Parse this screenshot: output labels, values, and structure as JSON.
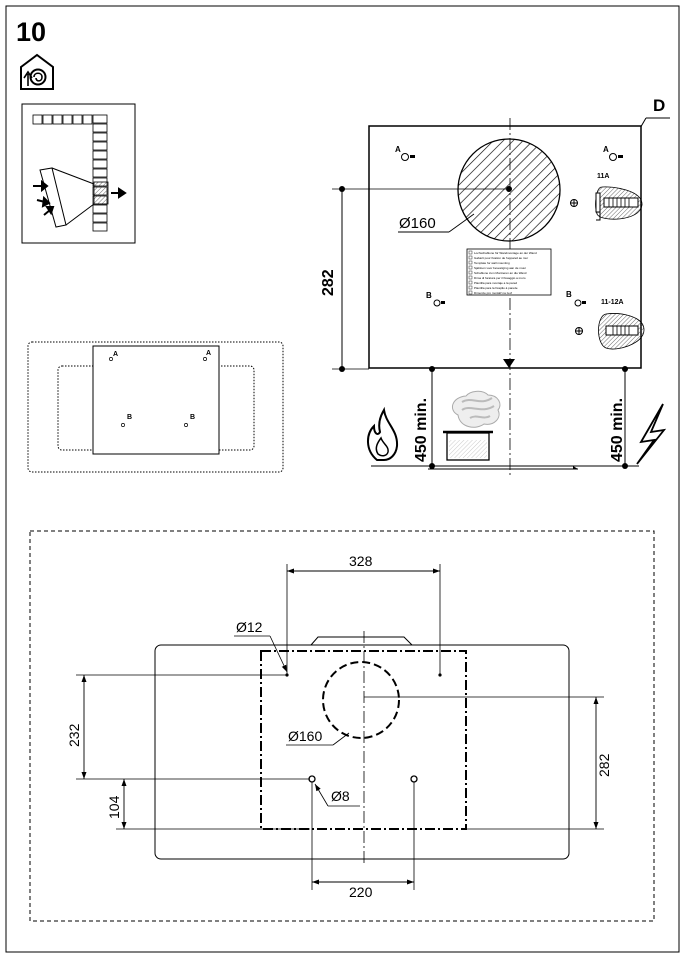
{
  "step": {
    "number": "10"
  },
  "labels": {
    "plate_letter": "D",
    "hole_a": "A",
    "hole_b": "B",
    "plug_top": "11A",
    "plug_bottom": "11-12A"
  },
  "dimensions": {
    "hole_spacing_vertical": "282",
    "duct_diameter": "Ø160",
    "clearance_left": "450 min.",
    "clearance_right": "450 min.",
    "bottom_width_top": "328",
    "fixing_hole_diameter": "Ø12",
    "bottom_height_left": "232",
    "bottom_duct_diameter": "Ø160",
    "bottom_height_right": "282",
    "bottom_offset": "104",
    "small_hole_diameter": "Ø8",
    "bottom_width_lower": "220"
  },
  "template_lines": [
    "Lochschablone für Wandmontage an der Wand",
    "Gabarit pour fixation de l'appareil au mur",
    "Template for wall mounting",
    "Sjabloon voor bevestiging aan de muur",
    "Schablone zum Montieren an die Wand",
    "Dima di foratura per il fissaggio a muro",
    "Plantilla para montaje a la pared",
    "Plantilla para la fixação à parede",
    "Dimenze pro montáž na zeď"
  ],
  "icons": [
    "house-recirculation-icon",
    "flame-icon",
    "lightning-icon",
    "steam-pot-icon"
  ]
}
